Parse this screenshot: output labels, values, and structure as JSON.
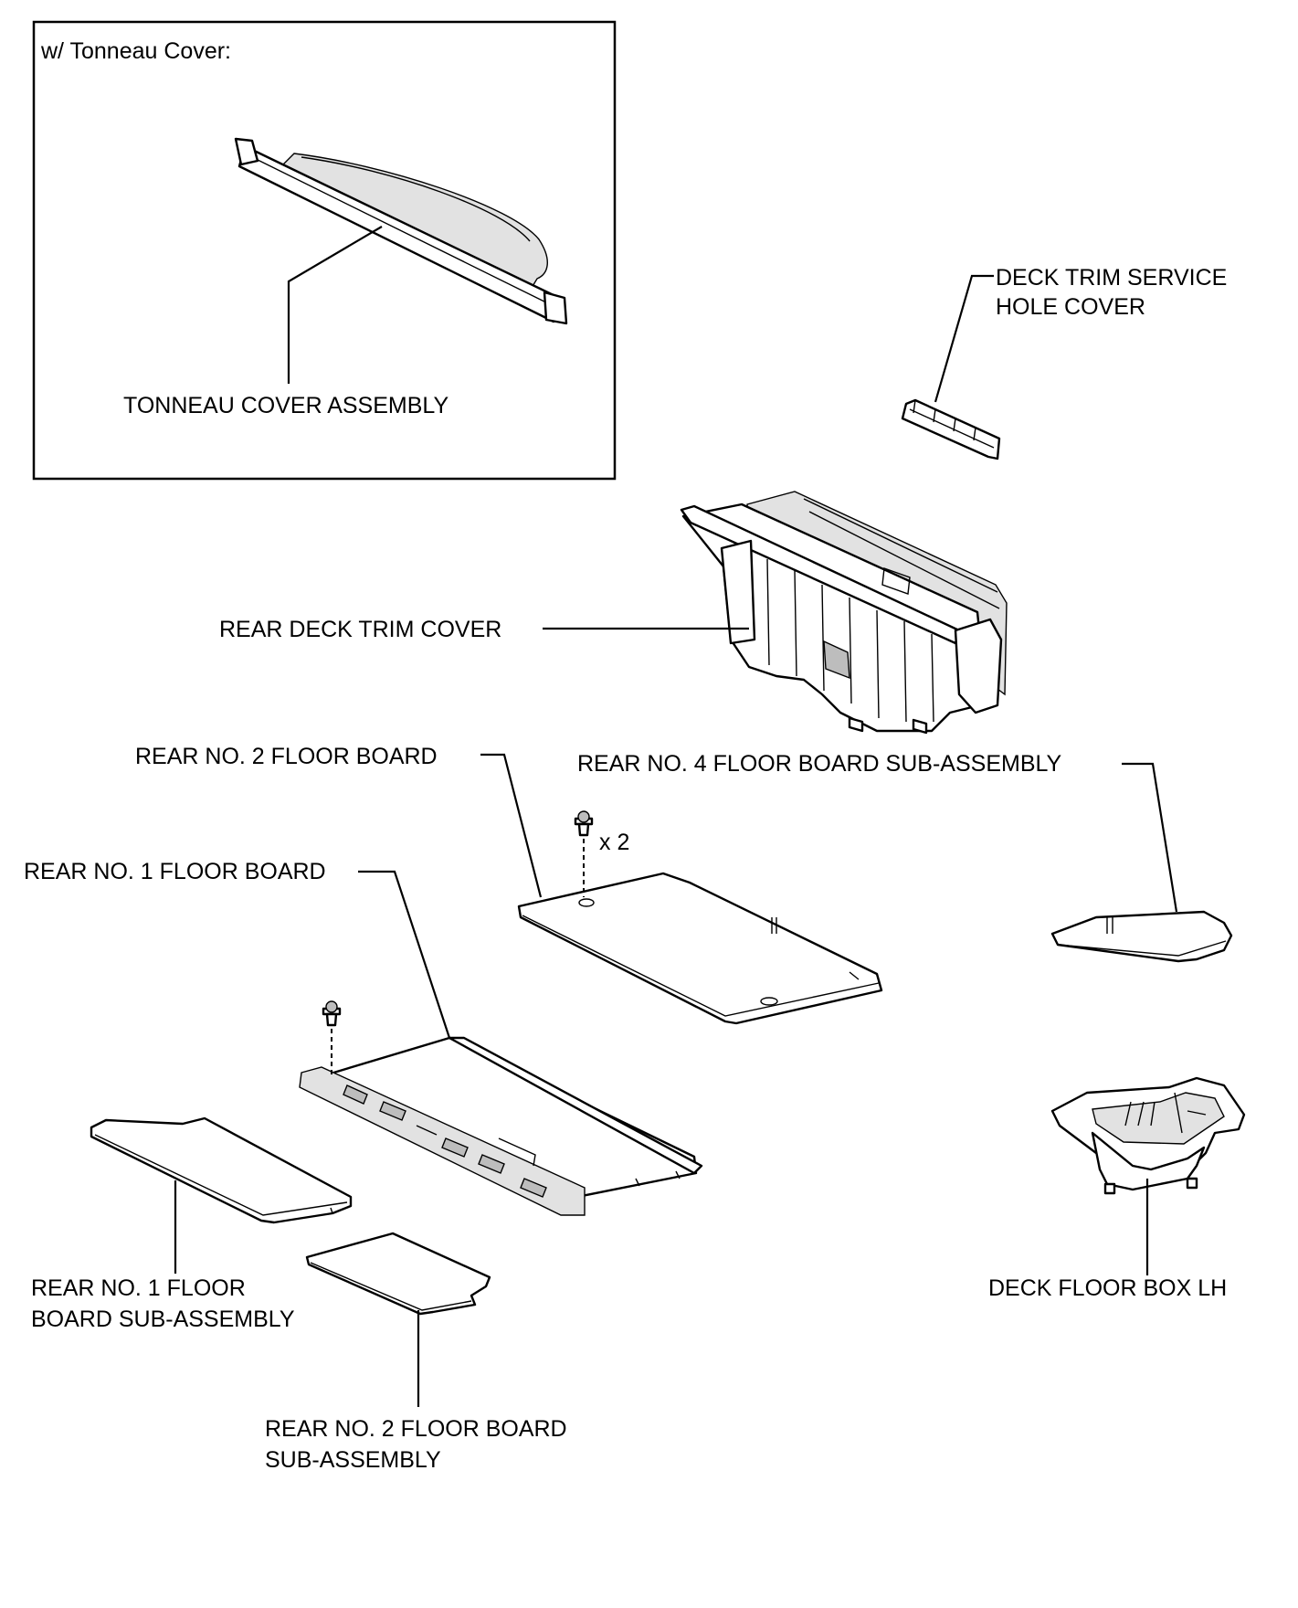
{
  "inset": {
    "heading": "w/ Tonneau Cover:",
    "part_label": "TONNEAU COVER ASSEMBLY"
  },
  "labels": {
    "deck_trim_service_hole_cover": [
      "DECK TRIM SERVICE",
      "HOLE COVER"
    ],
    "rear_deck_trim_cover": "REAR DECK TRIM COVER",
    "rear_no2_floor_board": "REAR NO. 2 FLOOR BOARD",
    "rear_no4_floor_board_sub_assembly": "REAR NO. 4 FLOOR BOARD SUB-ASSEMBLY",
    "fastener_qty": "x 2",
    "rear_no1_floor_board": "REAR NO. 1 FLOOR BOARD",
    "rear_no1_floor_board_sub_assembly": [
      "REAR NO. 1 FLOOR",
      "BOARD SUB-ASSEMBLY"
    ],
    "rear_no2_floor_board_sub_assembly": [
      "REAR NO. 2 FLOOR BOARD",
      "SUB-ASSEMBLY"
    ],
    "deck_floor_box_lh": "DECK FLOOR BOX LH"
  }
}
